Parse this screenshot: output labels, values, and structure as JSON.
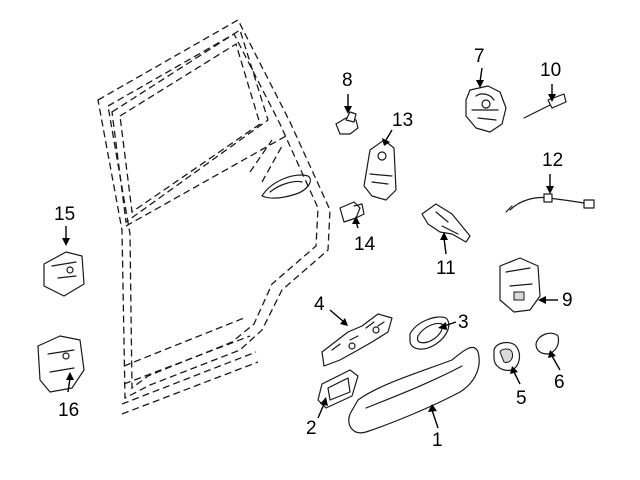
{
  "colors": {
    "stroke": "#1a1a1a",
    "background": "#ffffff",
    "shade": "#d9d9d9"
  },
  "callouts": {
    "n1": "1",
    "n2": "2",
    "n3": "3",
    "n4": "4",
    "n5": "5",
    "n6": "6",
    "n7": "7",
    "n8": "8",
    "n9": "9",
    "n10": "10",
    "n11": "11",
    "n12": "12",
    "n13": "13",
    "n14": "14",
    "n15": "15",
    "n16": "16"
  }
}
